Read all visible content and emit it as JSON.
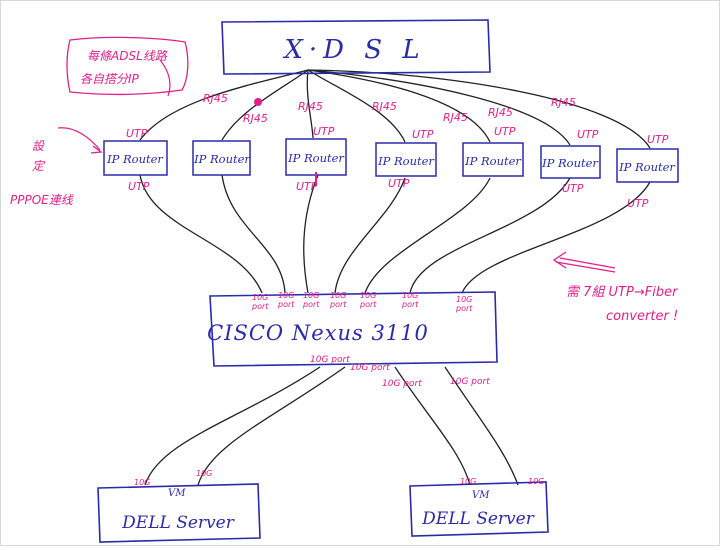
{
  "xdsl": {
    "label": "X·D S L"
  },
  "routers": [
    {
      "label": "IP Router"
    },
    {
      "label": "IP Router"
    },
    {
      "label": "IP Router"
    },
    {
      "label": "IP Router"
    },
    {
      "label": "IP Router"
    },
    {
      "label": "IP Router"
    },
    {
      "label": "IP Router"
    }
  ],
  "rj45_labels": [
    "RJ45",
    "RJ45",
    "RJ45",
    "RJ45",
    "RJ45",
    "RJ45",
    "RJ45"
  ],
  "utp_labels": [
    "UTP",
    "UTP",
    "UTP",
    "UTP",
    "UTP",
    "UTP",
    "UTP",
    "UTP",
    "UTP",
    "UTP",
    "UTP"
  ],
  "switch": {
    "label": "CISCO Nexus 3110",
    "top_port_line1": "10G",
    "top_port_line2": "port",
    "bottom_ports": [
      "10G port",
      "10G port",
      "10G port",
      "10G port"
    ]
  },
  "servers": [
    {
      "label": "DELL Server",
      "vm": "VM",
      "port_a": "10G",
      "port_b": "10G"
    },
    {
      "label": "DELL Server",
      "vm": "VM",
      "port_a": "10G",
      "port_b": "10G"
    }
  ],
  "notes": {
    "top_left_line1": "每條ADSL线路",
    "top_left_line2": "各自搭分IP",
    "left_line1": "設",
    "left_line2": "定",
    "left_line3": "PPPOE連线",
    "right_line1": "需 7組 UTP→Fiber",
    "right_line2": "converter !"
  },
  "colors": {
    "ink_blue": "#2b2ba8",
    "ink_pink": "#e0208a",
    "ink_black": "#222222"
  }
}
